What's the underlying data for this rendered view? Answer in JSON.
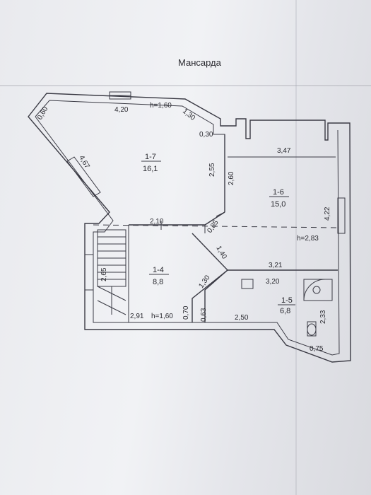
{
  "title": "Мансарда",
  "rooms": [
    {
      "id": "1-7",
      "area": "16,1"
    },
    {
      "id": "1-6",
      "area": "15,0"
    },
    {
      "id": "1-4",
      "area": "8,8"
    },
    {
      "id": "1-5",
      "area": "6,8"
    }
  ],
  "dims": {
    "d060": "0,60",
    "d420": "4,20",
    "h160a": "h=1,60",
    "d130a": "1,30",
    "d030": "0,30",
    "d347": "3,47",
    "d467": "4,67",
    "d255": "2,55",
    "d260": "2,60",
    "d422": "4,22",
    "d210": "2,10",
    "d085": "0,85",
    "h283": "h=2,83",
    "d140": "1,40",
    "d321": "3,21",
    "d265": "2,65",
    "d130b": "1,30",
    "d320": "3,20",
    "d291": "2,91",
    "h160b": "h=1,60",
    "d070": "0,70",
    "d063": "0,63",
    "d250": "2,50",
    "d233": "2,33",
    "d075": "0,75"
  }
}
